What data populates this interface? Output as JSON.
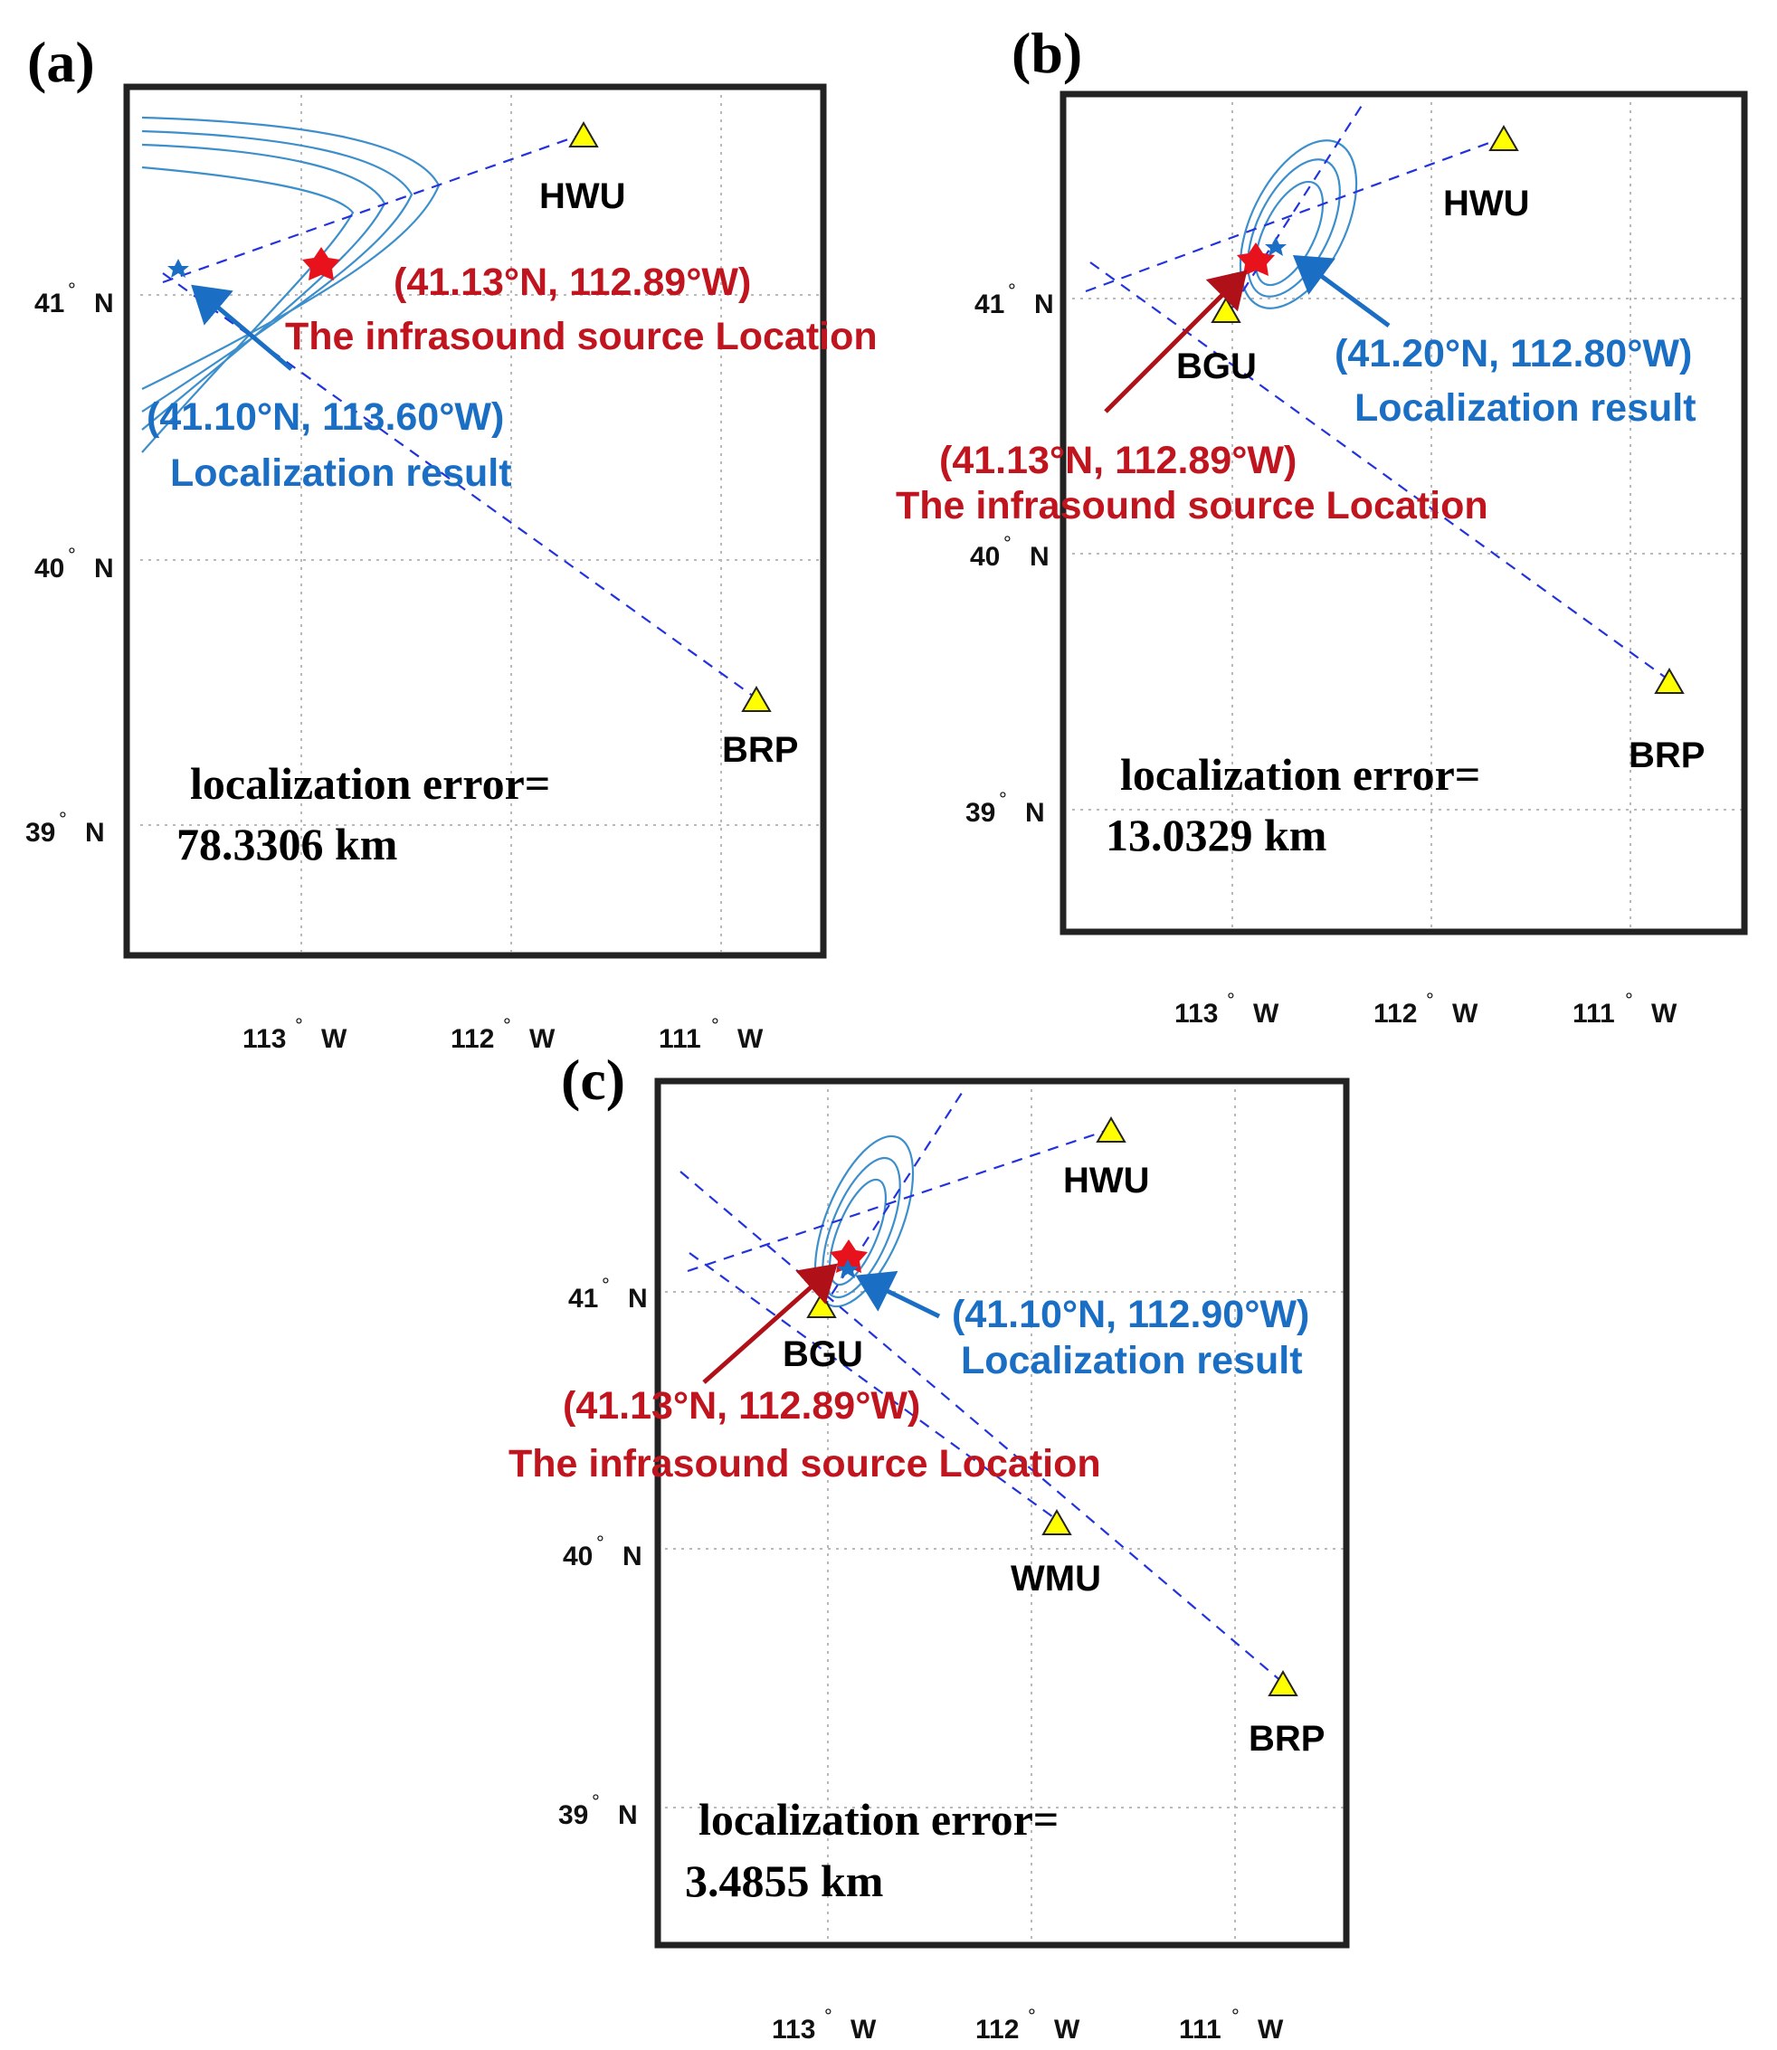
{
  "colors": {
    "source": "#e8121c",
    "source_text": "#c0141e",
    "result": "#1a6fc4",
    "azimuth": "#2233dd",
    "contour": "#3d8fcc",
    "station": "#ffff00"
  },
  "icons": {
    "station": "yellow-triangle",
    "source": "red-star",
    "result": "blue-star"
  },
  "panels": {
    "a": {
      "letter": "(a)",
      "lat_ticks": [
        {
          "value": "41",
          "unit": "N"
        },
        {
          "value": "40",
          "unit": "N"
        },
        {
          "value": "39",
          "unit": "N"
        }
      ],
      "lon_ticks": [
        {
          "value": "113",
          "unit": "W"
        },
        {
          "value": "112",
          "unit": "W"
        },
        {
          "value": "111",
          "unit": "W"
        }
      ],
      "stations": [
        {
          "name": "HWU"
        },
        {
          "name": "BRP"
        }
      ],
      "source": {
        "coords": "(41.13°N, 112.89°W)",
        "label": "The infrasound source Location",
        "lat": 41.13,
        "lon": -112.89
      },
      "result": {
        "coords": "(41.10°N, 113.60°W)",
        "label": "Localization result",
        "lat": 41.1,
        "lon": -113.6
      },
      "error_label": "localization error=",
      "error_value": "78.3306 km"
    },
    "b": {
      "letter": "(b)",
      "lat_ticks": [
        {
          "value": "41",
          "unit": "N"
        },
        {
          "value": "40",
          "unit": "N"
        },
        {
          "value": "39",
          "unit": "N"
        }
      ],
      "lon_ticks": [
        {
          "value": "113",
          "unit": "W"
        },
        {
          "value": "112",
          "unit": "W"
        },
        {
          "value": "111",
          "unit": "W"
        }
      ],
      "stations": [
        {
          "name": "HWU"
        },
        {
          "name": "BGU"
        },
        {
          "name": "BRP"
        }
      ],
      "source": {
        "coords": "(41.13°N, 112.89°W)",
        "label": "The infrasound source Location",
        "lat": 41.13,
        "lon": -112.89
      },
      "result": {
        "coords": "(41.20°N, 112.80°W)",
        "label": "Localization result",
        "lat": 41.2,
        "lon": -112.8
      },
      "error_label": "localization error=",
      "error_value": "13.0329 km"
    },
    "c": {
      "letter": "(c)",
      "lat_ticks": [
        {
          "value": "41",
          "unit": "N"
        },
        {
          "value": "40",
          "unit": "N"
        },
        {
          "value": "39",
          "unit": "N"
        }
      ],
      "lon_ticks": [
        {
          "value": "113",
          "unit": "W"
        },
        {
          "value": "112",
          "unit": "W"
        },
        {
          "value": "111",
          "unit": "W"
        }
      ],
      "stations": [
        {
          "name": "HWU"
        },
        {
          "name": "BGU"
        },
        {
          "name": "WMU"
        },
        {
          "name": "BRP"
        }
      ],
      "source": {
        "coords": "(41.13°N, 112.89°W)",
        "label": "The infrasound source Location",
        "lat": 41.13,
        "lon": -112.89
      },
      "result": {
        "coords": "(41.10°N, 112.90°W)",
        "label": "Localization result",
        "lat": 41.1,
        "lon": -112.9
      },
      "error_label": "localization error=",
      "error_value": "3.4855 km"
    }
  }
}
